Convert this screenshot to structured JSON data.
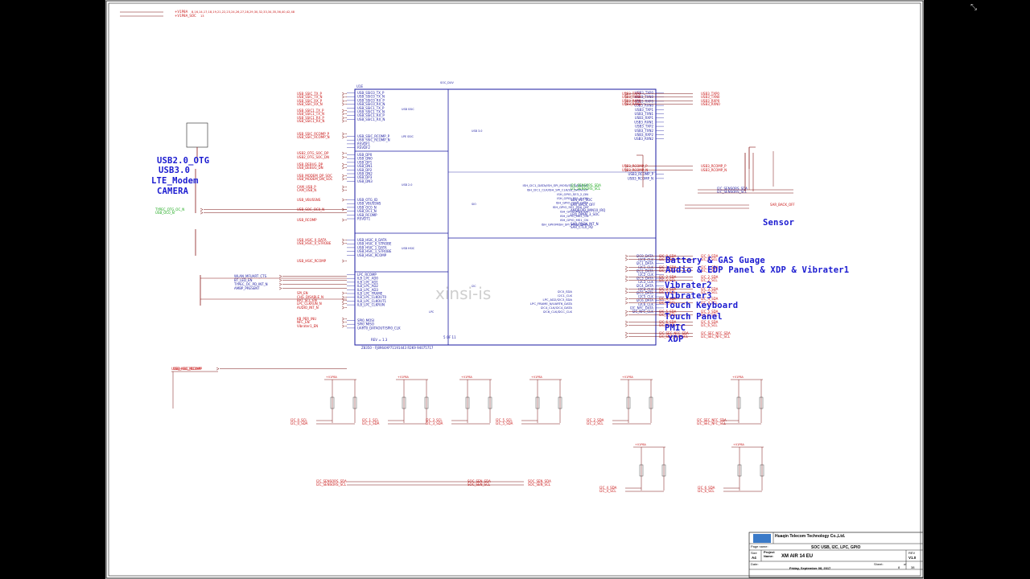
{
  "viewer": {
    "close_icon": "close-icon"
  },
  "title_block": {
    "company": "Huaqin Telecom Technology Co.,Ltd.",
    "page_name_label": "Page name:",
    "page_name": "SOC USB, I2C, LPC, GPIO",
    "size_label": "Size",
    "size": "A4",
    "project_label": "Project Name:",
    "project": "XM AIR 14 EU",
    "rev_label": "REV",
    "rev": "V1.0",
    "date_label": "Date:",
    "date": "Friday, September 08, 2017",
    "sheet_label": "Sheet:",
    "sheet": "8",
    "of_label": "of",
    "total": "38"
  },
  "annotations": {
    "usb": [
      "USB2.0_OTG",
      "USB3.0",
      "LTE_Modem",
      "CAMERA"
    ],
    "sensor": "Sensor",
    "i2c": [
      "Battery & GAS Guage",
      "Audio & EDP Panel & XDP & Vibrater1",
      "Vibrater2",
      "Vibrater3",
      "Touch Keyboard",
      "Touch Panel",
      "PMIC",
      "XDP"
    ]
  },
  "power": {
    "v1p8a": "+V1P8A",
    "v1p8a_soc": "+V1P8A_SOC",
    "vtp8a_soc": "+V1P8A_SOC",
    "pins_top": "8,16,14,17,18,19,21,22,23,24,26,27,28,29,30,32,33,34,35,36,40,42,48",
    "pins_top2": "13"
  },
  "soc": {
    "ref": "U1E",
    "net": "SOC_DUV",
    "part": "Z8350 - FJ8964AP71191443 R2K9 94075717",
    "rev": "REV = 1.3",
    "sheet": "5 OF 11",
    "sections": [
      "USB SSIC",
      "LPE SSIC",
      "USB 2.0",
      "USB HSIC",
      "LPC",
      "USB 3.0",
      "SIO",
      "I2C"
    ],
    "left_pins": [
      "USB_SSIC0_TX_P",
      "USB_SSIC0_TX_N",
      "USB_SSIC0_RX_P",
      "USB_SSIC0_RX_N",
      "USB_SSIC1_TX_P",
      "USB_SSIC1_TX_N",
      "USB_SSIC1_RX_P",
      "USB_SSIC1_RX_N",
      "USB_SSIC_RCOMP_P",
      "USB_SSIC_RCOMP_N",
      "RSVDF1",
      "RSVDF2",
      "USB_DP0",
      "USB_DN0",
      "USB_DP1",
      "USB_DN1",
      "USB_DP2",
      "USB_DN2",
      "USB_DP3",
      "USB_DN3",
      "USB_OTG_ID",
      "USB_VBUSSNS",
      "USB_OC0_N",
      "USB_OC1_N",
      "USB_RCOMP",
      "RSVDT1",
      "USB_HSIC_0_DATA",
      "USB_HSIC_0_STROBE",
      "USB_HSIC_1_DATA",
      "USB_HSIC_1_STROBE",
      "USB_HSIC_RCOMP",
      "LPC_RCOMP",
      "ILB_LPC_AD0",
      "ILB_LPC_AD1",
      "ILB_LPC_AD2",
      "ILB_LPC_AD3",
      "ILB_LPC_FRAME",
      "ILB_LPC_CLKOUT0",
      "ILB_LPC_CLKOUT1",
      "ILB_LPC_CLKRUN",
      "SPI0_MOSI",
      "SPI0_MISO",
      "UART0_DATAOUT/SPI0_CLK"
    ],
    "right_pins": [
      "USB3_TXP0",
      "USB3_TXN0",
      "USB3_RXP0",
      "USB3_RXN0",
      "USB3_TXP1",
      "USB3_TXN1",
      "USB3_RXP1",
      "USB3_RXN1",
      "USB3_TXP2",
      "USB3_TXN2",
      "USB3_RXP2",
      "USB3_RXN2",
      "USB3_RCOMP_P",
      "USB3_RCOMP_N",
      "I2C0_DATA",
      "I2C0_CLK",
      "I2C1_DATA",
      "I2C1_CLK",
      "I2C2_DATA",
      "I2C2_CLK",
      "I2C3_DATA",
      "I2C3_CLK",
      "I2C4_DATA",
      "I2C4_CLK",
      "I2C5_DATA",
      "I2C5_CLK",
      "I2C6_DATA",
      "I2C6_CLK",
      "I2C_NFC_DATA",
      "I2C_NFC_CLK"
    ]
  },
  "nets_left": [
    "USB_SSIC_TX_P",
    "USB_SSIC_TX_N",
    "USB_SSIC_RX_P",
    "USB_SSIC_RX_N",
    "USB_SSIC1_TX_P",
    "USB_SSIC1_TX_N",
    "USB_SSIC1_RX_P",
    "USB_SSIC1_RX_N",
    "USB_SSIC_RCOMP_P",
    "USB_SSIC_RCOMP_N",
    "USB2_OTG_SOC_DP",
    "USB2_OTG_SOC_DN",
    "USB_DEBUG_DP",
    "USB_DEBUG_DN",
    "USB_MODEM_DP_SOC",
    "USB_MODEM_DN_SOC",
    "CAM_USB_P",
    "CAM_USB_N",
    "USB_VBUSSNS",
    "USB_SOC_OC0_N",
    "TYPEC_OTG_OC_N",
    "USB_OC0_N",
    "USB_RCOMP",
    "USB_HSIC_0_DATA",
    "USB_HSIC_0_STROBE",
    "USB_HSIC_RCOMP",
    "WLAN_MFUART_CTS",
    "BT_LED_EN",
    "TYPEC_OC_PD_INT_N",
    "AMBP_PRESENT",
    "SPI_EN",
    "CHG_DISABLE_N",
    "BAT_SCL_EN",
    "LPC_CLKRUN_N",
    "AUDIO_INT_N",
    "KB_PER_INU",
    "NFC_EN",
    "Vibrater1_EN",
    "USB_HSIC_RCOMP"
  ],
  "nets_right": [
    "USB3_TXP0",
    "USB3_TXN0",
    "USB3_RXP0",
    "USB3_RXN0",
    "USB3_RCOMP_P",
    "USB3_RCOMP_N",
    "I2C_SENSORS_SDA",
    "I2C_SENSORS_SCL",
    "SEN_INT_SOC",
    "SAR_BACK_OFF",
    "ANDROID_WIN10_IRQ",
    "LED_OPEN_3_SOC",
    "SAR_PROX_INT_N",
    "SAR_CTLX_PD",
    "I2C_0_SDA",
    "I2C_0_SCL",
    "I2C_1_SDA",
    "I2C_1_SCL",
    "I2C_2_SDA",
    "I2C_2_SCL",
    "I2C_3_SDA",
    "I2C_3_SCL",
    "I2C_4_SDA",
    "I2C_4_SCL",
    "I2C_5_SDA",
    "I2C_5_SCL",
    "I2C_6_SDA",
    "I2C_6_SCL",
    "I2C_SEC_NFC_SDA",
    "I2C_SEC_NFC_SCL"
  ],
  "bottom": {
    "hsic_rcomp": "USB_HSIC_RCOMP",
    "sensors": [
      "I2C_SENSORS_SDA",
      "I2C_SENSORS_SCL"
    ],
    "sen": [
      "SOC_SEN_SDA",
      "SOC_SEN_SCL"
    ],
    "pullup_groups": [
      [
        "I2C_0_SCL",
        "I2C_0_SDA"
      ],
      [
        "I2C_1_SCL",
        "I2C_1_SDA"
      ],
      [
        "I2C_3_SCL",
        "I2C_3_SDA"
      ],
      [
        "I2C_5_SCL",
        "I2C_5_SDA"
      ],
      [
        "I2C_2_SDA",
        "I2C_2_SCL"
      ],
      [
        "I2C_SEC_NFC_SDA",
        "I2C_SEC_NFC_SCL"
      ],
      [
        "I2C_4_SDA",
        "I2C_4_SCL"
      ],
      [
        "I2C_6_SDA",
        "I2C_6_SCL"
      ]
    ]
  },
  "watermark": "xinsi-is"
}
